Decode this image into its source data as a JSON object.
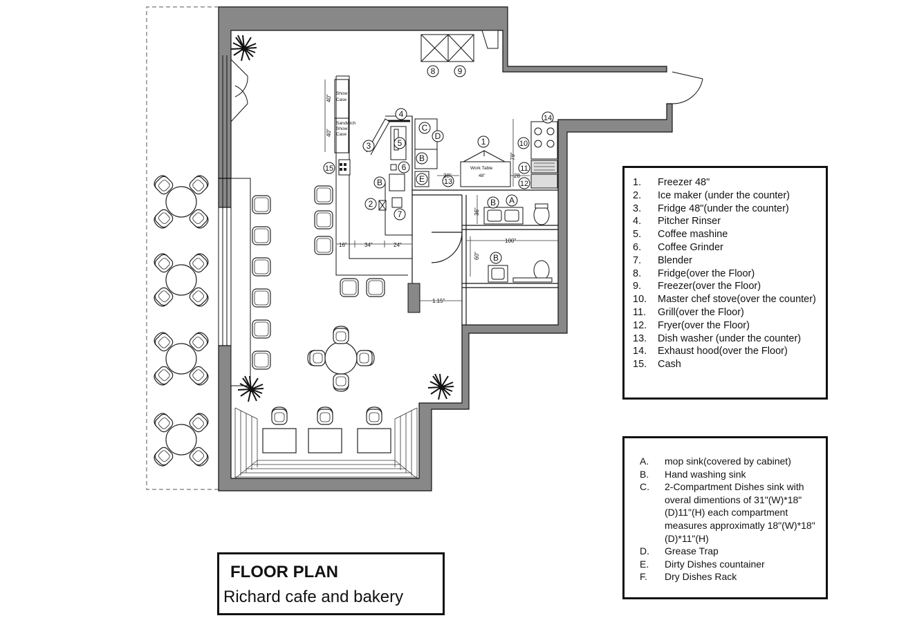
{
  "title": {
    "heading": "FLOOR PLAN",
    "subtitle": "Richard cafe and bakery"
  },
  "legend_numbers": [
    {
      "key": "1.",
      "text": "Freezer 48\""
    },
    {
      "key": "2.",
      "text": "Ice maker (under the counter)"
    },
    {
      "key": "3.",
      "text": "Fridge 48\"(under the counter)"
    },
    {
      "key": "4.",
      "text": "Pitcher Rinser"
    },
    {
      "key": "5.",
      "text": "Coffee mashine"
    },
    {
      "key": "6.",
      "text": "Coffee Grinder"
    },
    {
      "key": "7.",
      "text": "Blender"
    },
    {
      "key": "8.",
      "text": "Fridge(over the Floor)"
    },
    {
      "key": "9.",
      "text": "Freezer(over the Floor)"
    },
    {
      "key": "10.",
      "text": "Master chef stove(over the counter)"
    },
    {
      "key": "11.",
      "text": "Grill(over the Floor)"
    },
    {
      "key": "12.",
      "text": "Fryer(over the Floor)"
    },
    {
      "key": "13.",
      "text": "Dish washer (under the counter)"
    },
    {
      "key": "14.",
      "text": "Exhaust hood(over the Floor)"
    },
    {
      "key": "15.",
      "text": "Cash"
    }
  ],
  "legend_letters": [
    {
      "key": "A.",
      "text": "mop sink(covered by cabinet)"
    },
    {
      "key": "B.",
      "text": "Hand washing sink"
    },
    {
      "key": "C.",
      "text": "2-Compartment Dishes sink with overal dimentions of 31\"(W)*18\"(D)11\"(H)  each compartment measures approximatly 18\"(W)*18\"(D)*11\"(H)"
    },
    {
      "key": "D.",
      "text": "Grease Trap"
    },
    {
      "key": "E.",
      "text": "Dirty Dishes countainer"
    },
    {
      "key": "F.",
      "text": "Dry Dishes Rack"
    }
  ],
  "plan": {
    "callouts": {
      "n1": "1",
      "n2": "2",
      "n3": "3",
      "n4": "4",
      "n5": "5",
      "n6": "6",
      "n7": "7",
      "n8": "8",
      "n9": "9",
      "n10": "10",
      "n11": "11",
      "n12": "12",
      "n13": "13",
      "n14": "14",
      "n15": "15",
      "a1": "A",
      "b1": "B",
      "b2": "B",
      "b3": "B",
      "b4": "B",
      "c1": "C",
      "d1": "D",
      "e1": "E"
    },
    "labels": {
      "show_case_1": "Show",
      "show_case_2": "Case",
      "sandwich_1": "Sandwich",
      "sandwich_2": "Show",
      "sandwich_3": "Case",
      "work_table": "Work Table",
      "work_table_size": "48\""
    },
    "dimensions": {
      "d40a": "40\"",
      "d40b": "40\"",
      "d16": "16\"",
      "d34": "34\"",
      "d24": "24\"",
      "d79": "79\"",
      "d28a": "28\"",
      "d28b": "28",
      "d36": "36\"",
      "d100": "100\"",
      "d60": "60\"",
      "d115": "1.15\""
    }
  }
}
